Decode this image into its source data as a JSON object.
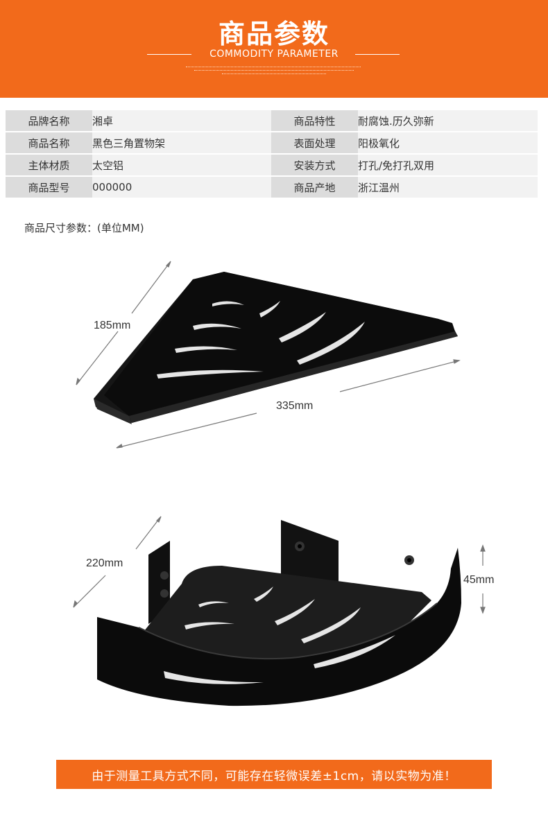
{
  "header": {
    "title": "商品参数",
    "subtitle": "COMMODITY PARAMETER"
  },
  "spec_table": {
    "rows": [
      {
        "label1": "品牌名称",
        "value1": "湘卓",
        "label2": "商品特性",
        "value2": "耐腐蚀.历久弥新"
      },
      {
        "label1": "商品名称",
        "value1": "黑色三角置物架",
        "label2": "表面处理",
        "value2": "阳极氧化"
      },
      {
        "label1": "主体材质",
        "value1": "太空铝",
        "label2": "安装方式",
        "value2": "打孔/免打孔双用"
      },
      {
        "label1": "商品型号",
        "value1": "000000",
        "label2": "商品产地",
        "value2": " 浙江温州"
      }
    ]
  },
  "size_section": {
    "title": "商品尺寸参数：(单位MM)",
    "top_view": {
      "depth_label": "185mm",
      "width_label": "335mm"
    },
    "side_view": {
      "depth_label": "220mm",
      "height_label": "45mm"
    }
  },
  "notice": "由于测量工具方式不同，可能存在轻微误差±1cm，请以实物为准！",
  "colors": {
    "accent": "#f26a1b",
    "label_bg": "#dcdcdc",
    "value_bg": "#f2f2f2",
    "product": "#111111"
  }
}
